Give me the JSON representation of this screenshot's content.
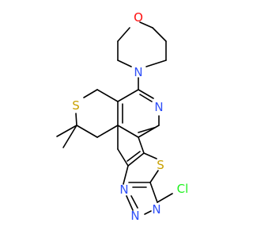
{
  "molecule": {
    "atom_labels": {
      "O": "O",
      "N_morpholine": "N",
      "N_pyridine": "N",
      "S_thiopyran": "S",
      "S_thiophene": "S",
      "N_triazine_1": "N",
      "N_triazine_2": "N",
      "N_triazine_3": "N",
      "Cl": "Cl"
    },
    "colors": {
      "O": "#FF0D0D",
      "N": "#3050F8",
      "S": "#C8A000",
      "Cl": "#1FF01F",
      "bond": "#000000",
      "background": "#FFFFFF"
    }
  }
}
